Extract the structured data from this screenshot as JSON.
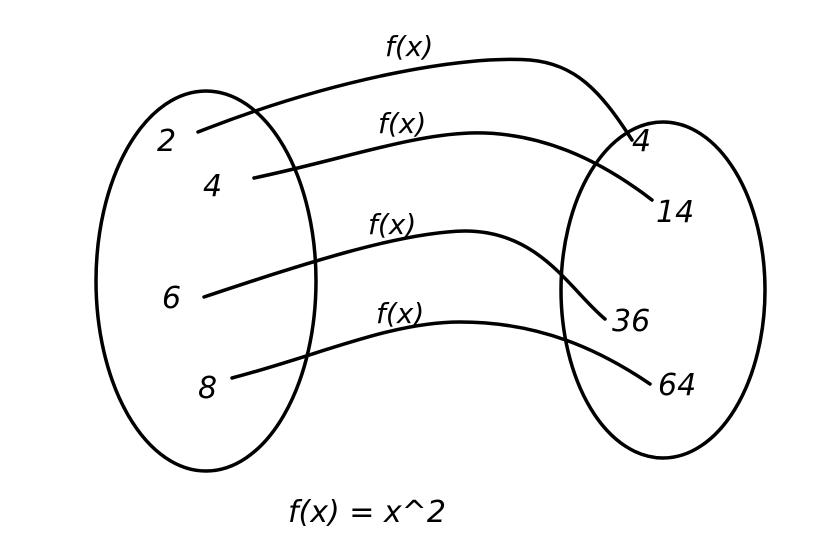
{
  "domain_values": [
    "2",
    "4",
    "6",
    "8"
  ],
  "codomain_values": [
    "4",
    "14",
    "36",
    "64"
  ],
  "mapping_label": "f(x)",
  "mapping_labels": [
    "f(x)",
    "f(x)",
    "f(x)",
    "f(x)"
  ],
  "formula": "f(x) = x^2",
  "colors": {
    "ink": "#000000",
    "background": "#ffffff"
  }
}
